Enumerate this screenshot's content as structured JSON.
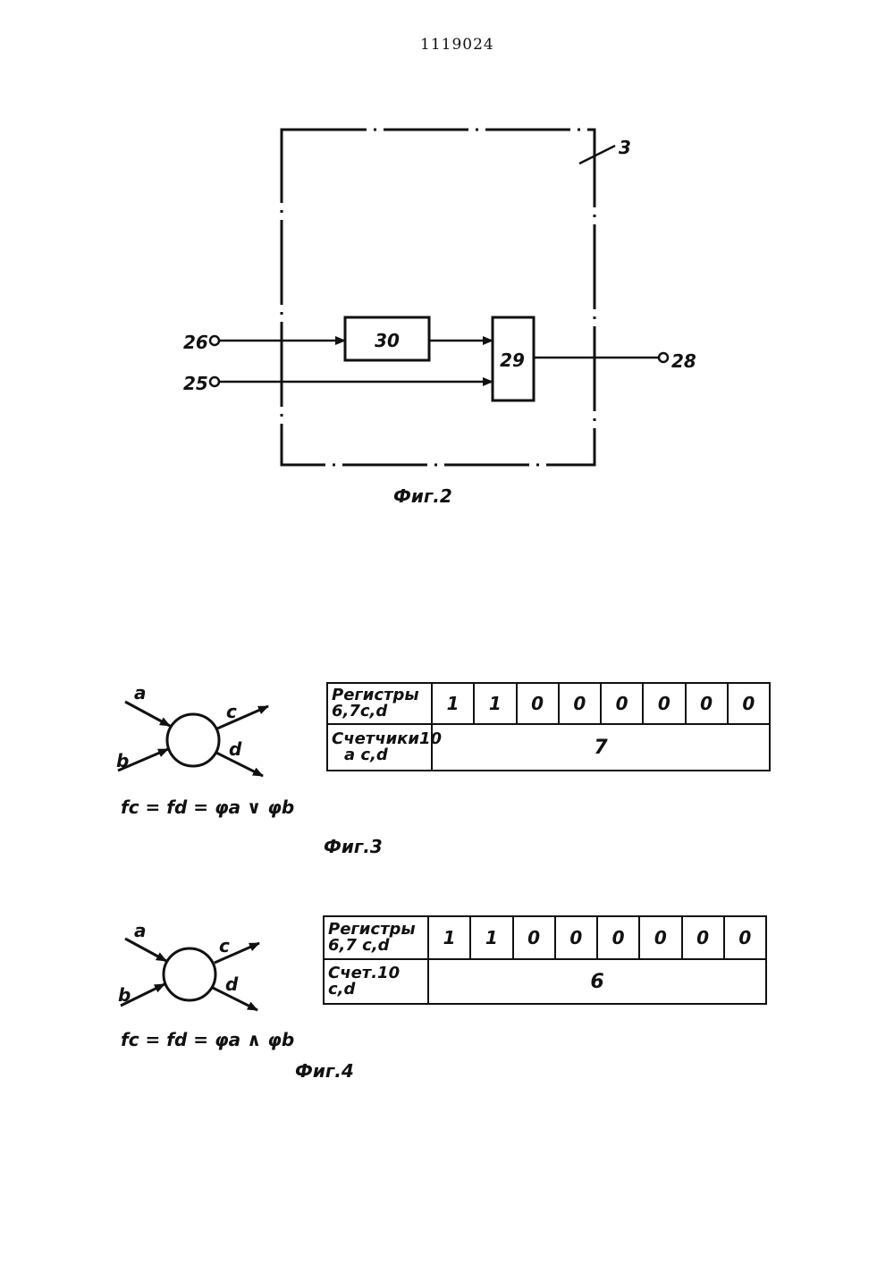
{
  "header": {
    "patent_number": "1119024"
  },
  "fig2": {
    "caption": "Фиг.2",
    "block_label": "3",
    "box_30": "30",
    "box_29": "29",
    "input_26": "26",
    "input_25": "25",
    "output_28": "28"
  },
  "fig3": {
    "caption": "Фиг.3",
    "node": {
      "in_a": "a",
      "in_b": "b",
      "out_c": "c",
      "out_d": "d"
    },
    "formula": "fc = fd = φa ∨ φb",
    "table": {
      "registers_label_line1": "Регистры",
      "registers_label_line2": "6,7c,d",
      "register_bits": [
        "1",
        "1",
        "0",
        "0",
        "0",
        "0",
        "0",
        "0"
      ],
      "counters_label_line1": "Счетчики10",
      "counters_label_line2": "a c,d",
      "counter_value": "7"
    }
  },
  "fig4": {
    "caption": "Фиг.4",
    "node": {
      "in_a": "a",
      "in_b": "b",
      "out_c": "c",
      "out_d": "d"
    },
    "formula": "fc = fd = φa ∧ φb",
    "table": {
      "registers_label_line1": "Регистры",
      "registers_label_line2": "6,7 c,d",
      "register_bits": [
        "1",
        "1",
        "0",
        "0",
        "0",
        "0",
        "0",
        "0"
      ],
      "counters_label_line1": "Счет.10",
      "counters_label_line2": "c,d",
      "counter_value": "6"
    }
  }
}
